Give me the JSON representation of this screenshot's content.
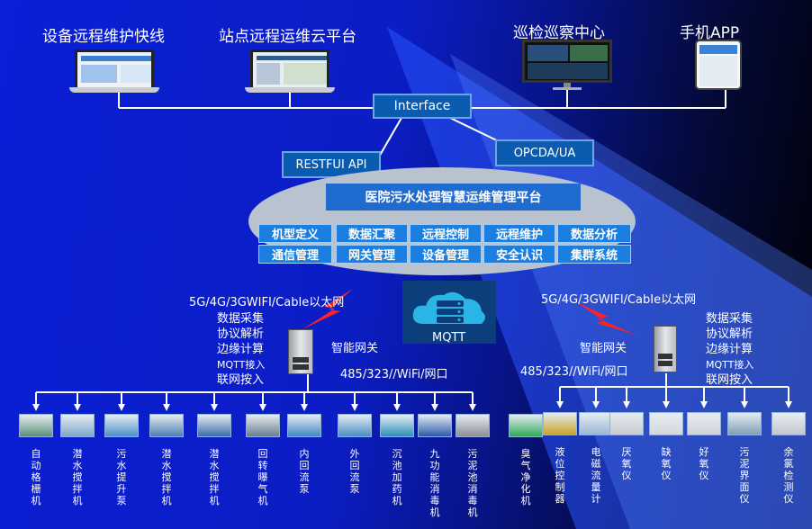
{
  "top": {
    "remote_maintenance": "设备远程维护快线",
    "site_cloud": "站点远程运维云平台",
    "inspection_center": "巡检巡察中心",
    "mobile_app": "手机APP"
  },
  "interface_label": "Interface",
  "restful_label": "RESTFUI API",
  "opcda_label": "OPCDA/UA",
  "platform": {
    "title": "医院污水处理智慧运维管理平台",
    "modules_row1": [
      "机型定义",
      "数据汇聚",
      "远程控制",
      "远程维护",
      "数据分析"
    ],
    "modules_row2": [
      "通信管理",
      "网关管理",
      "设备管理",
      "安全认识",
      "集群系统"
    ]
  },
  "mqtt_label": "MQTT",
  "left_gateway": {
    "network": "5G/4G/3GWIFI/CabIe以太网",
    "functions": [
      "数据采集",
      "协议解析",
      "边缘计算",
      "MQTT接入",
      "联网按入"
    ],
    "name": "智能网关",
    "bus": "485/323//WiFi/网口"
  },
  "right_gateway": {
    "network": "5G/4G/3GWIFl/CabIe以太网",
    "functions": [
      "数据采集",
      "协议解析",
      "边缘计算",
      "MQTT接入",
      "联网按入"
    ],
    "name": "智能网关",
    "bus": "485/323//WiFi/网口"
  },
  "devices": [
    {
      "label": "自动格栅机",
      "color": "#5f8f7a"
    },
    {
      "label": "潜水搅拌机",
      "color": "#7fa6c9"
    },
    {
      "label": "污水提升泵",
      "color": "#4a90c8"
    },
    {
      "label": "潜水搅拌机",
      "color": "#4b7fb0"
    },
    {
      "label": "潜水搅拌机",
      "color": "#3a6fa8"
    },
    {
      "label": "回转曝气机",
      "color": "#6a7f8f"
    },
    {
      "label": "内回流泵",
      "color": "#3f87c4"
    },
    {
      "label": "外回流泵",
      "color": "#4a8fc2"
    },
    {
      "label": "沉池加药机",
      "color": "#2f8fb8"
    },
    {
      "label": "九功能消毒机",
      "color": "#2a5aa8"
    },
    {
      "label": "污泥池消毒机",
      "color": "#8a8f96"
    },
    {
      "label": "臭气净化机",
      "color": "#2fa85a"
    },
    {
      "label": "液位控制器",
      "color": "#c9a227"
    },
    {
      "label": "电磁流量计",
      "color": "#9ab8d8"
    },
    {
      "label": "厌氧仪",
      "color": "#c8ccd2"
    },
    {
      "label": "缺氧仪",
      "color": "#d4d8dc"
    },
    {
      "label": "好氧仪",
      "color": "#cfd4d9"
    },
    {
      "label": "污泥界面仪",
      "color": "#7fa0b8"
    },
    {
      "label": "余氯检测仪",
      "color": "#c3c8cd"
    }
  ]
}
